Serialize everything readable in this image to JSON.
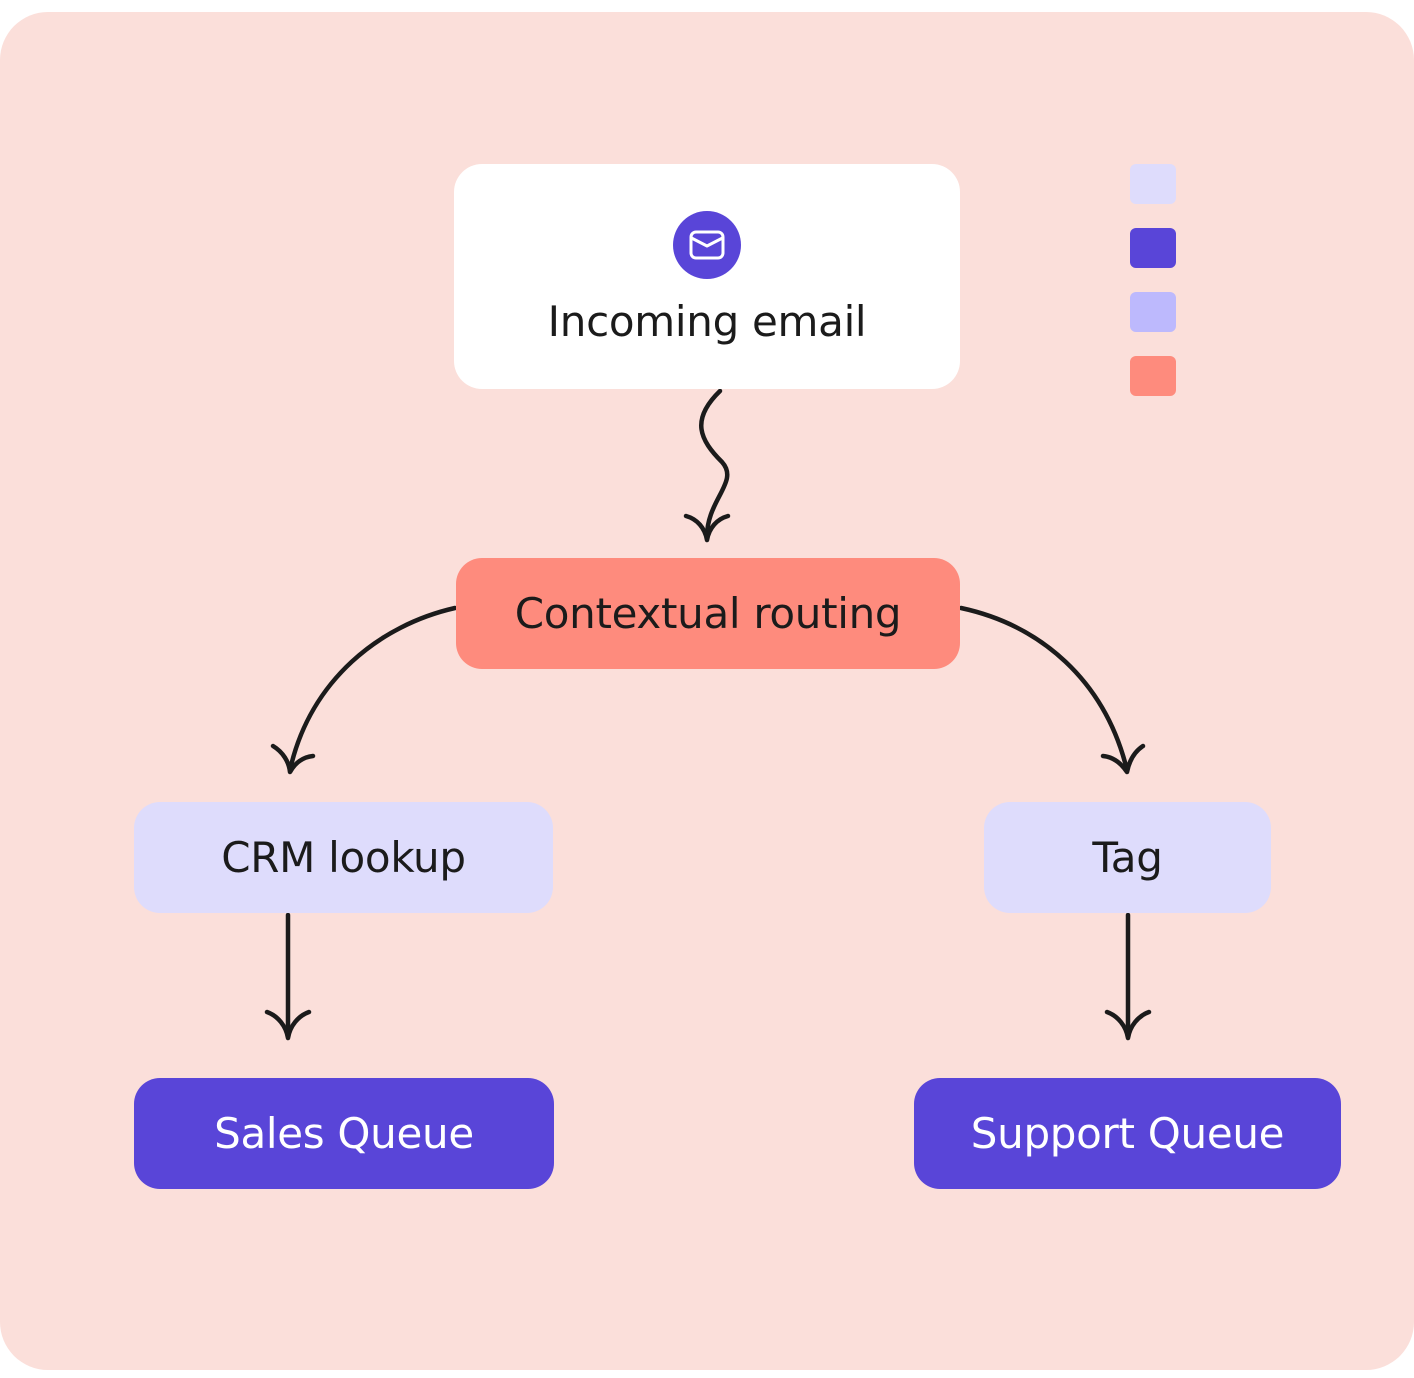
{
  "colors": {
    "background": "#FBDFDA",
    "white": "#FFFFFF",
    "lavender": "#DEDCFC",
    "indigo": "#5945D8",
    "periwinkle": "#BDB9FD",
    "salmon": "#FE8B7D",
    "ink": "#1B1B1B"
  },
  "nodes": {
    "incoming_email": {
      "label": "Incoming email",
      "icon": "mail-icon"
    },
    "contextual_routing": {
      "label": "Contextual routing"
    },
    "crm_lookup": {
      "label": "CRM lookup"
    },
    "tag": {
      "label": "Tag"
    },
    "sales_queue": {
      "label": "Sales Queue"
    },
    "support_queue": {
      "label": "Support Queue"
    }
  },
  "edges": [
    {
      "from": "Incoming email",
      "to": "Contextual routing",
      "style": "wavy"
    },
    {
      "from": "Contextual routing",
      "to": "CRM lookup",
      "style": "curved"
    },
    {
      "from": "Contextual routing",
      "to": "Tag",
      "style": "curved"
    },
    {
      "from": "CRM lookup",
      "to": "Sales Queue",
      "style": "straight"
    },
    {
      "from": "Tag",
      "to": "Support Queue",
      "style": "straight"
    }
  ],
  "legend": {
    "swatches": [
      "#DEDCFC",
      "#5945D8",
      "#BDB9FD",
      "#FE8B7D"
    ]
  }
}
